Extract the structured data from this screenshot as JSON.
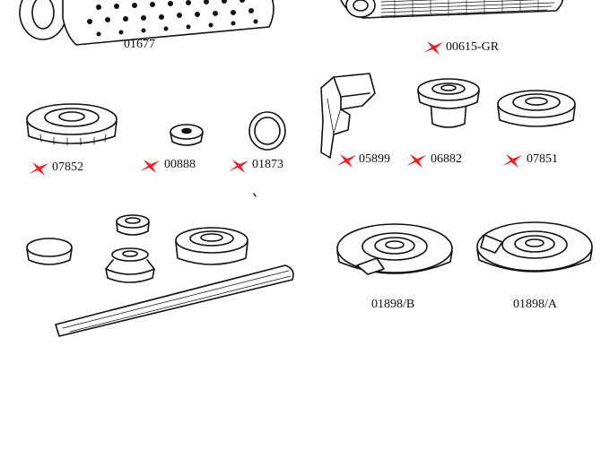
{
  "parts": {
    "p01677": {
      "code": "01677",
      "starred": false
    },
    "p00615": {
      "code": "00615-GR",
      "starred": true
    },
    "p07852": {
      "code": "07852",
      "starred": true
    },
    "p00888": {
      "code": "00888",
      "starred": true
    },
    "p01873": {
      "code": "01873",
      "starred": true
    },
    "p05899": {
      "code": "05899",
      "starred": true
    },
    "p06882": {
      "code": "06882",
      "starred": true
    },
    "p07851": {
      "code": "07851",
      "starred": true
    },
    "p01898b": {
      "code": "01898/B",
      "starred": false
    },
    "p01898a": {
      "code": "01898/A",
      "starred": false
    }
  },
  "colors": {
    "star": "#e3262b",
    "ink": "#111111",
    "paper": "#ffffff"
  }
}
